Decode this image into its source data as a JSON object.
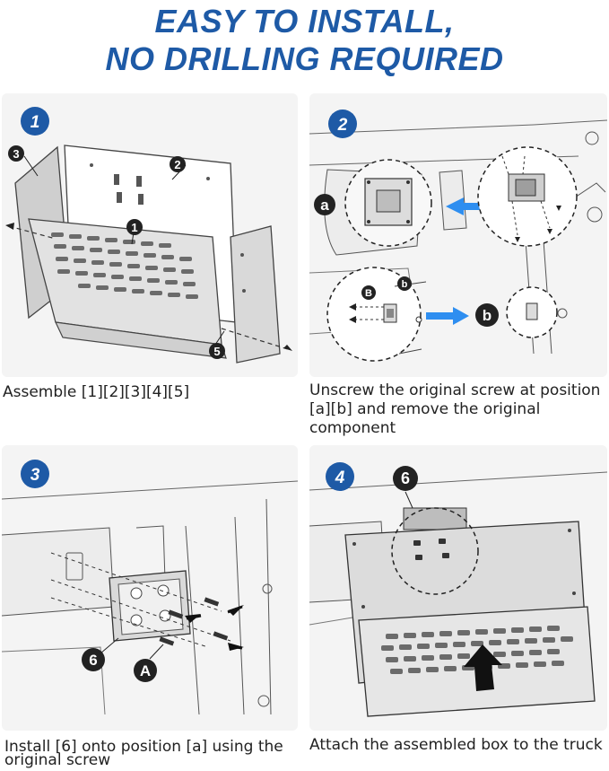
{
  "title": {
    "line1": "EASY TO INSTALL,",
    "line2": "NO DRILLING REQUIRED"
  },
  "colors": {
    "title": "#1e5aa6",
    "step_badge": "#1e5aa6",
    "arrow_blue": "#2e8ef0",
    "panel_bg": "#f4f4f4"
  },
  "steps": [
    {
      "number": "1",
      "callouts": [
        "1",
        "2",
        "3",
        "5"
      ],
      "caption": "Assemble [1][2][3][4][5]"
    },
    {
      "number": "2",
      "callouts": [
        "a",
        "b",
        "B",
        "b"
      ],
      "caption_lines": [
        "Unscrew the original screw at position",
        "[a][b] and remove the original",
        "component"
      ]
    },
    {
      "number": "3",
      "callouts": [
        "6",
        "A"
      ],
      "caption_lines": [
        "Install [6] onto position [a] using the",
        "original screw"
      ]
    },
    {
      "number": "4",
      "callouts": [
        "6"
      ],
      "caption": "Attach the assembled box to the truck"
    }
  ]
}
